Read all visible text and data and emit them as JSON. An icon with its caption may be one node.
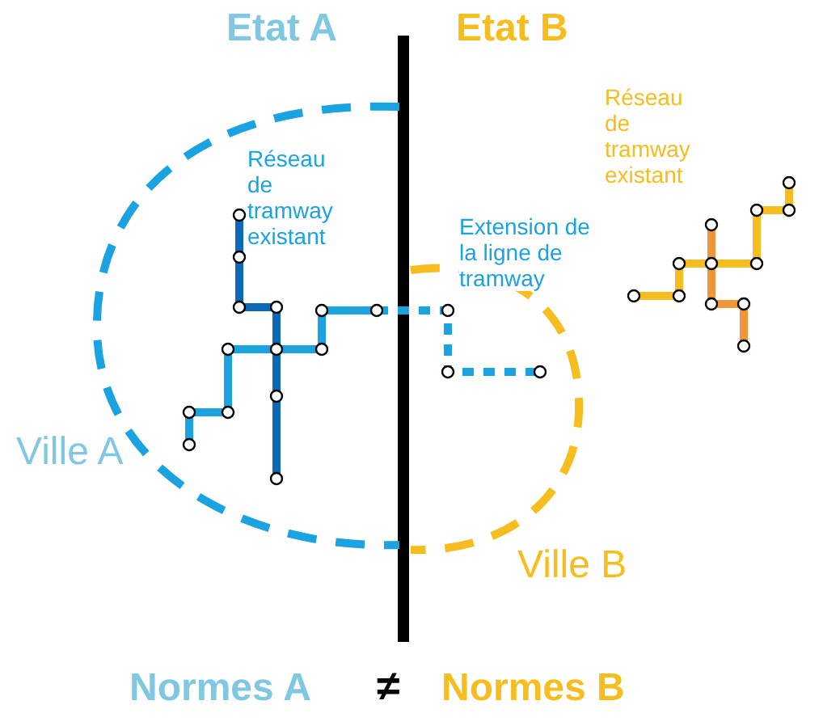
{
  "diagram": {
    "labels": [
      "Etat A",
      "Etat B",
      "Réseau de tramway existant",
      "Réseau de tramway existant",
      "Extension de la ligne de tramway",
      "Ville A",
      "Ville B",
      "Normes A",
      "≠",
      "Normes B"
    ]
  }
}
